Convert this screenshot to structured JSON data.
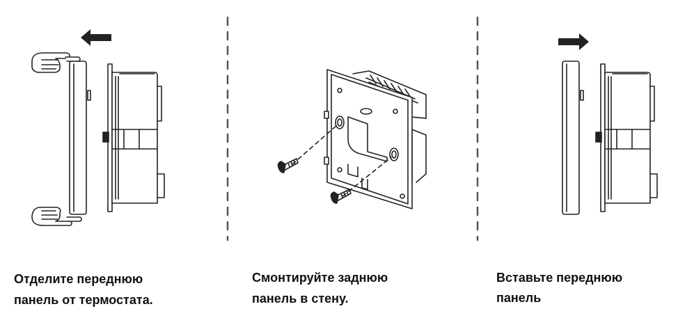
{
  "steps": [
    {
      "line1": "Отделите переднюю",
      "line2": "панель от термостата."
    },
    {
      "line1": "Смонтируйте заднюю",
      "line2": "панель в стену."
    },
    {
      "line1": "Вставьте переднюю",
      "line2": "панель"
    }
  ],
  "colors": {
    "ink": "#222222",
    "divider": "#555555",
    "background": "#ffffff"
  },
  "icons": [
    "arrow-left-icon",
    "arrow-right-icon",
    "hand-icon",
    "screw-icon"
  ]
}
